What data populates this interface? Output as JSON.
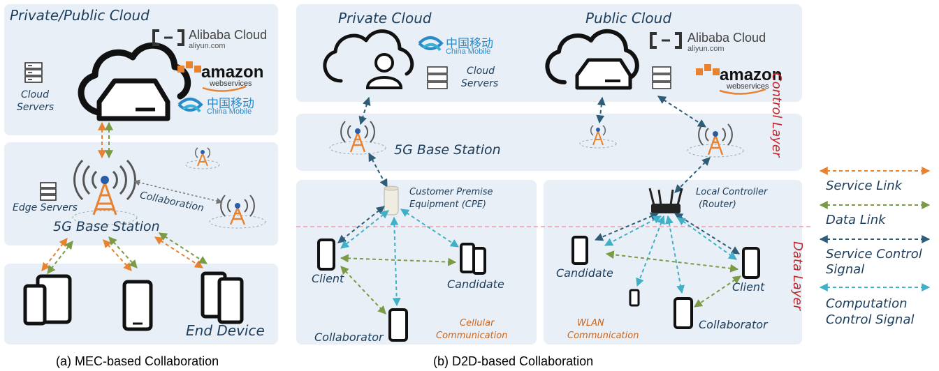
{
  "panel_a": {
    "cloud_title": "Private/Public Cloud",
    "cloud_servers": [
      "Cloud",
      "Servers"
    ],
    "edge_servers": "Edge Servers",
    "collaboration": "Collaboration",
    "base_station": "5G Base Station",
    "end_device": "End Device",
    "caption": "(a) MEC-based Collaboration"
  },
  "panel_b": {
    "private_cloud": "Private Cloud",
    "public_cloud": "Public Cloud",
    "cloud_servers": [
      "Cloud",
      "Servers"
    ],
    "base_station": "5G Base Station",
    "cpe": [
      "Customer Premise",
      "Equipment (CPE)"
    ],
    "router": [
      "Local Controller",
      "(Router)"
    ],
    "cellular": {
      "client": "Client",
      "candidate": "Candidate",
      "collaborator": "Collaborator",
      "comm": [
        "Cellular",
        "Communication"
      ]
    },
    "wlan": {
      "candidate": "Candidate",
      "client": "Client",
      "collaborator": "Collaborator",
      "comm": [
        "WLAN",
        "Communication"
      ]
    },
    "caption": "(b) D2D-based Collaboration"
  },
  "logos": {
    "alibaba": "Alibaba Cloud",
    "alibaba_sub": "aliyun.com",
    "amazon": "amazon",
    "amazon_sub": "webservices",
    "china_mobile_cn": "中国移动",
    "china_mobile_en": "China Mobile"
  },
  "layers": {
    "control": "Control Layer",
    "data": "Data Layer"
  },
  "legend": {
    "items": [
      {
        "label": [
          "Service Link"
        ],
        "color": "#e8822f"
      },
      {
        "label": [
          "Data Link"
        ],
        "color": "#7a9a45"
      },
      {
        "label": [
          "Service Control",
          "Signal"
        ],
        "color": "#2e5d78"
      },
      {
        "label": [
          "Computation",
          "Control Signal"
        ],
        "color": "#3fb0c6"
      }
    ]
  }
}
